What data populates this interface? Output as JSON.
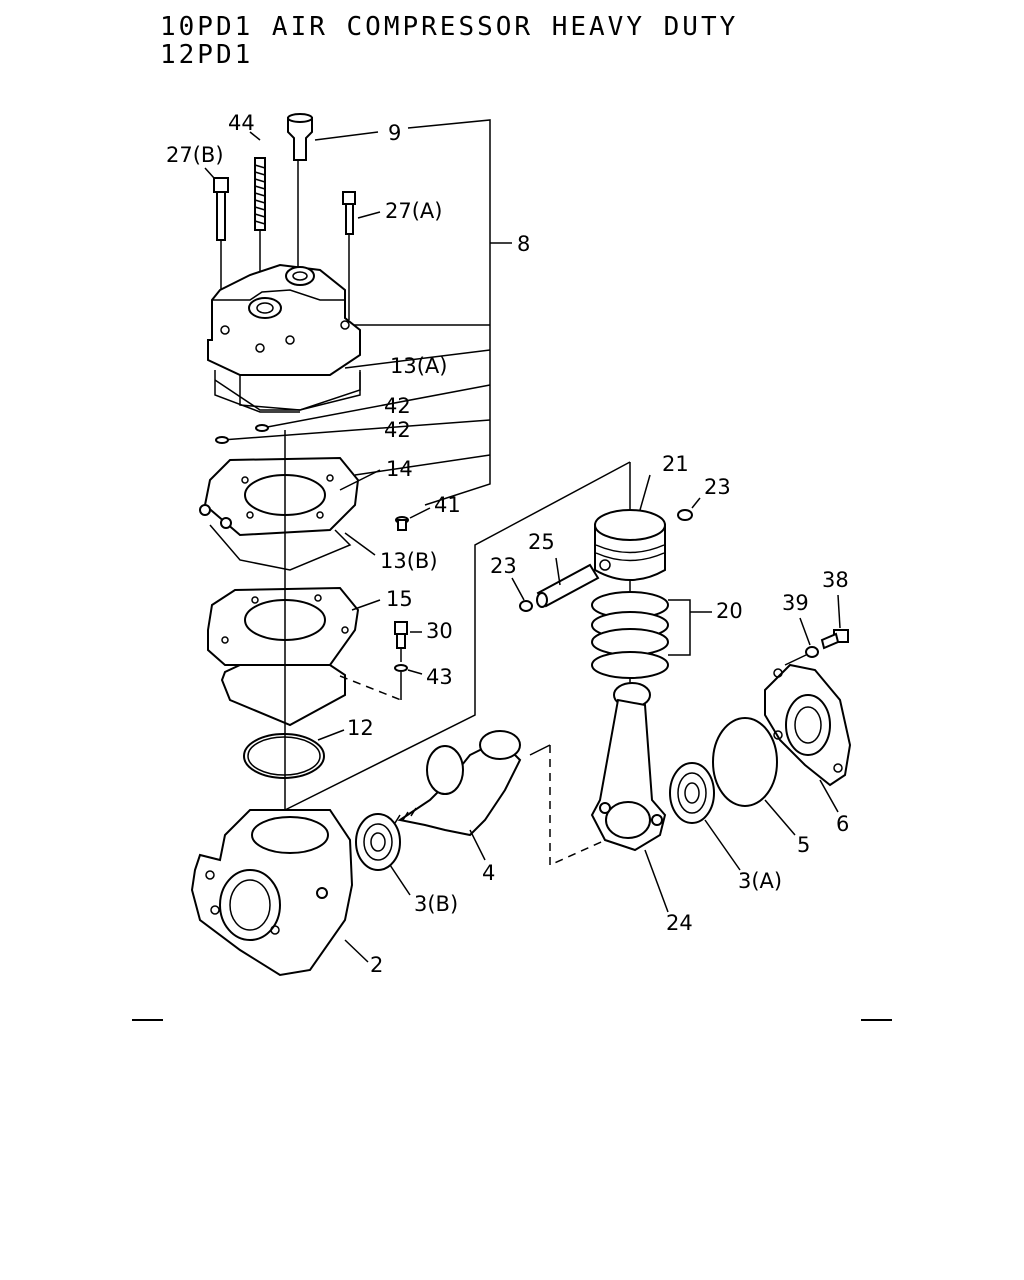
{
  "title": {
    "line1": "10PD1 AIR COMPRESSOR HEAVY DUTY",
    "line2": "12PD1"
  },
  "callouts": {
    "p2": "2",
    "p3a": "3(A)",
    "p3b": "3(B)",
    "p4": "4",
    "p5": "5",
    "p6": "6",
    "p8": "8",
    "p9": "9",
    "p12": "12",
    "p13a": "13(A)",
    "p13b": "13(B)",
    "p14": "14",
    "p15": "15",
    "p20": "20",
    "p21": "21",
    "p23a": "23",
    "p23b": "23",
    "p24": "24",
    "p25": "25",
    "p27a": "27(A)",
    "p27b": "27(B)",
    "p30": "30",
    "p38": "38",
    "p39": "39",
    "p41": "41",
    "p42a": "42",
    "p42b": "42",
    "p43": "43",
    "p44": "44"
  }
}
